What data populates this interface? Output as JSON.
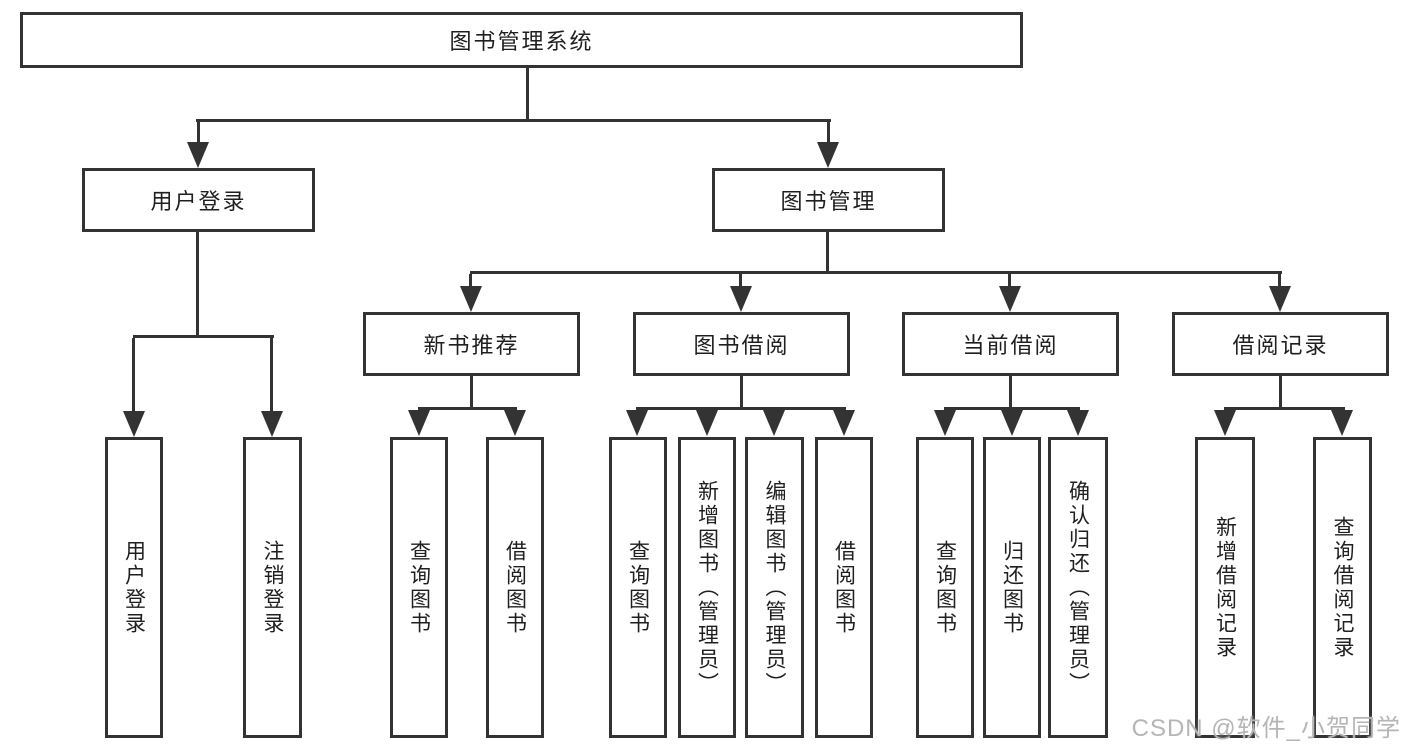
{
  "colors": {
    "line": "#333333",
    "text": "#1f1f1f",
    "bg": "#ffffff",
    "watermark": "#b5b5b5"
  },
  "tree": {
    "root": "图书管理系统",
    "branches": [
      {
        "label": "用户登录",
        "leaves": [
          "用户登录",
          "注销登录"
        ]
      },
      {
        "label": "图书管理",
        "groups": [
          {
            "label": "新书推荐",
            "leaves": [
              "查询图书",
              "借阅图书"
            ]
          },
          {
            "label": "图书借阅",
            "leaves": [
              "查询图书",
              "新增图书（管理员）",
              "编辑图书（管理员）",
              "借阅图书"
            ]
          },
          {
            "label": "当前借阅",
            "leaves": [
              "查询图书",
              "归还图书",
              "确认归还（管理员）"
            ]
          },
          {
            "label": "借阅记录",
            "leaves": [
              "新增借阅记录",
              "查询借阅记录"
            ]
          }
        ]
      }
    ]
  },
  "watermark": {
    "text": "CSDN @软件_小贺同学"
  }
}
